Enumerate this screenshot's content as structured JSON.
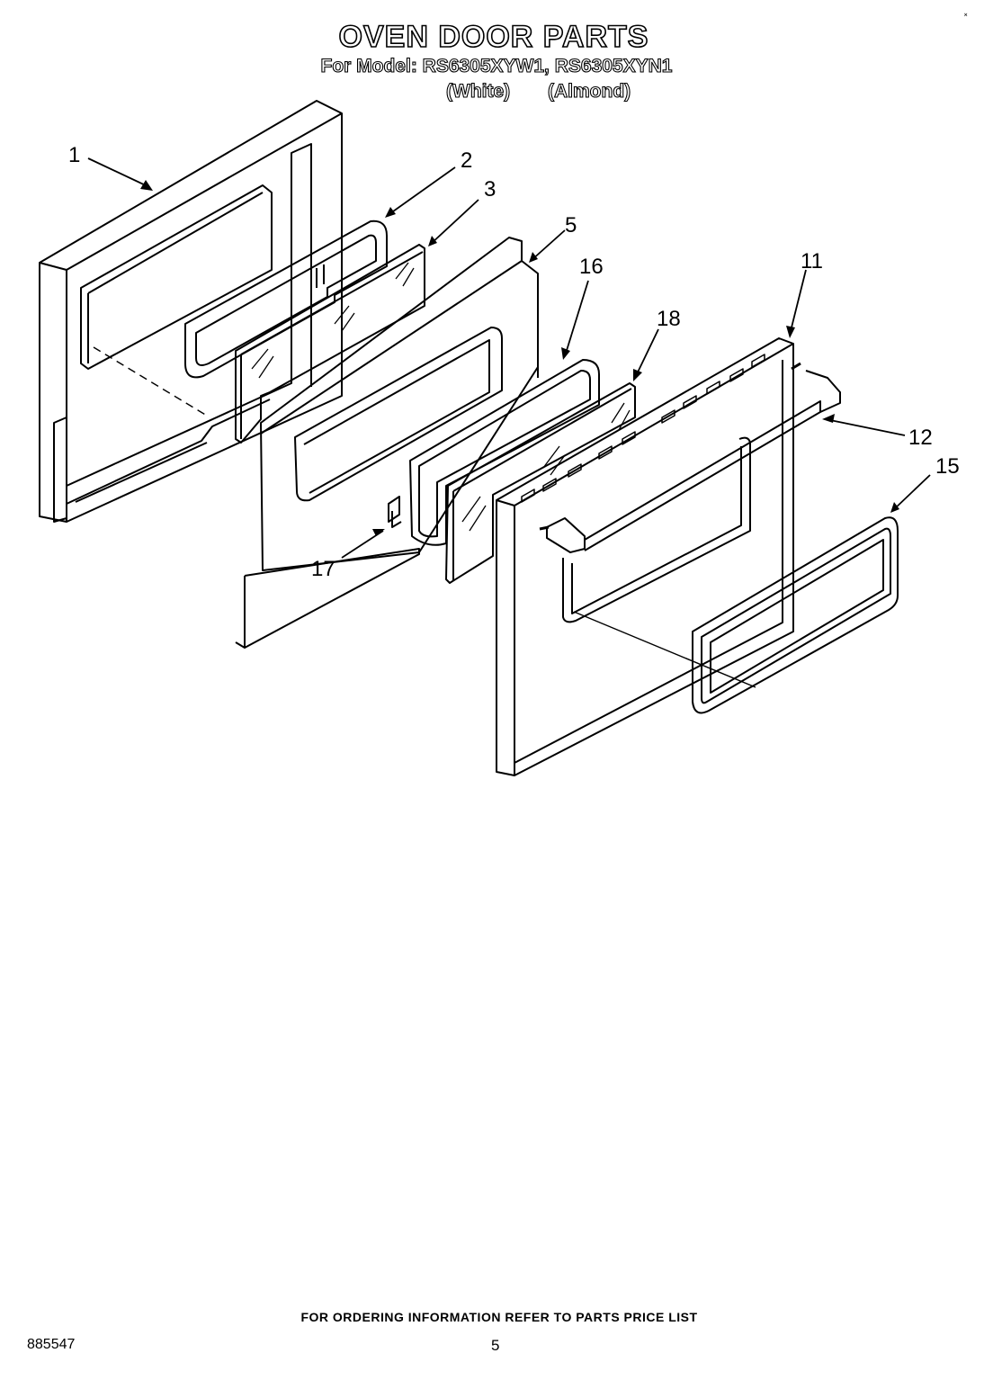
{
  "header": {
    "title": "OVEN DOOR PARTS",
    "model_line": "For Model: RS6305XYW1, RS6305XYN1",
    "color_white": "(White)",
    "color_almond": "(Almond)"
  },
  "callouts": [
    "1",
    "2",
    "3",
    "5",
    "16",
    "18",
    "11",
    "12",
    "15",
    "17"
  ],
  "footer": {
    "ordering_info": "FOR ORDERING INFORMATION REFER TO PARTS PRICE LIST",
    "doc_number": "885547",
    "page_number": "5"
  },
  "colors": {
    "ink": "#000000",
    "paper": "#ffffff"
  }
}
